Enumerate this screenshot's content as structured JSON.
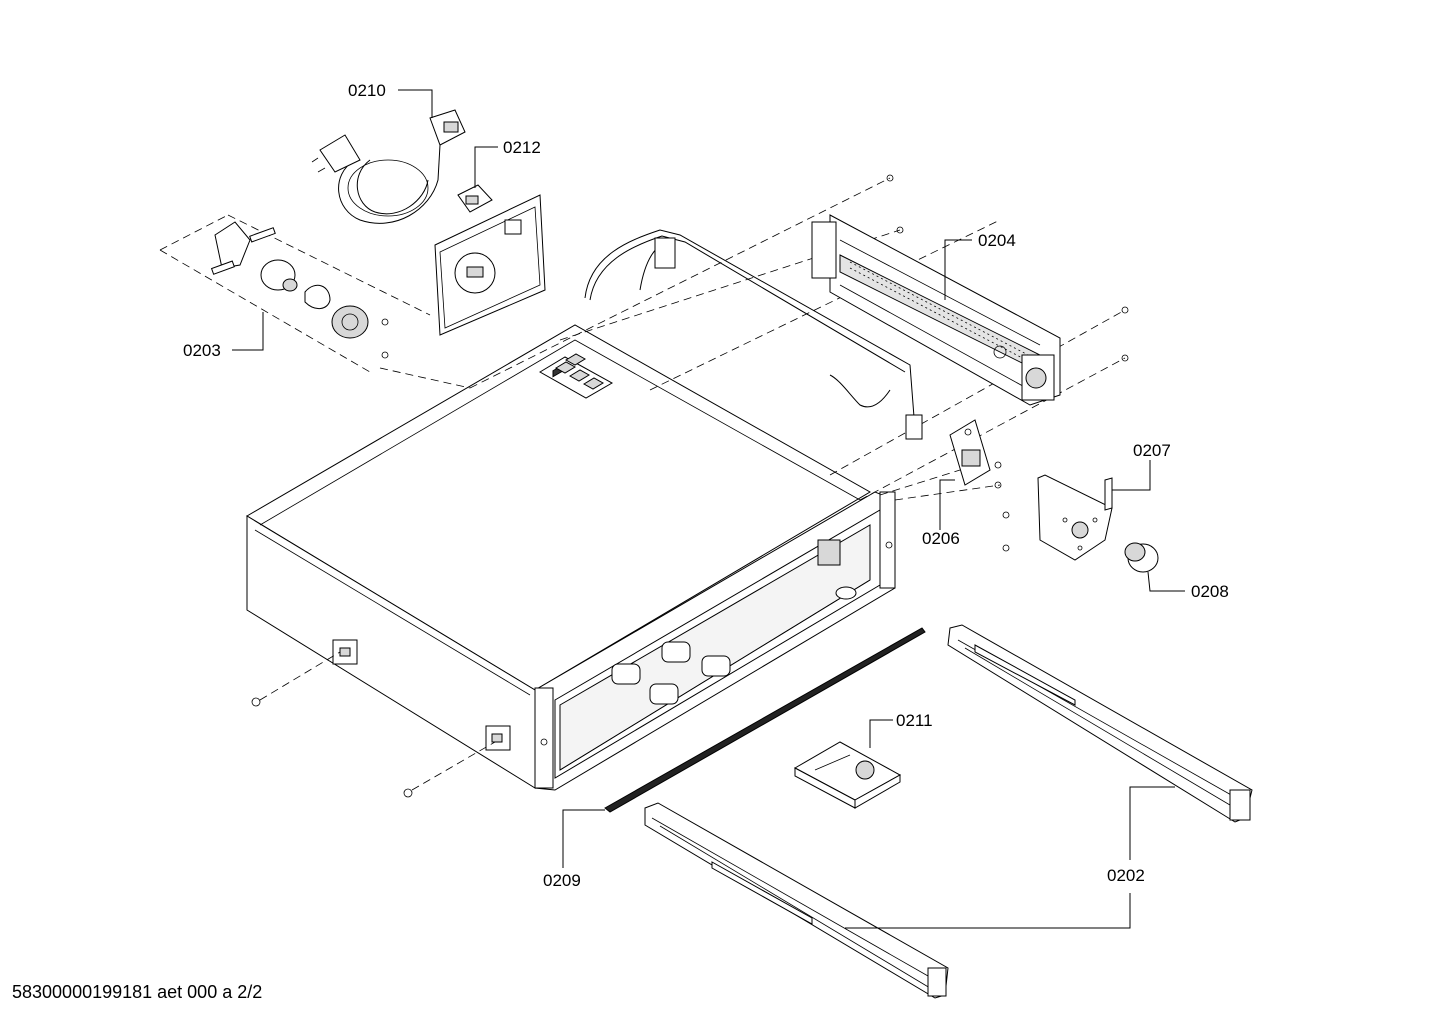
{
  "document_id": "58300000199181 aet 000 a 2/2",
  "callouts": [
    {
      "id": "0210",
      "label": "0210"
    },
    {
      "id": "0212",
      "label": "0212"
    },
    {
      "id": "0203",
      "label": "0203"
    },
    {
      "id": "0204",
      "label": "0204"
    },
    {
      "id": "0207",
      "label": "0207"
    },
    {
      "id": "0206",
      "label": "0206"
    },
    {
      "id": "0208",
      "label": "0208"
    },
    {
      "id": "0211",
      "label": "0211"
    },
    {
      "id": "0209",
      "label": "0209"
    },
    {
      "id": "0202",
      "label": "0202"
    }
  ]
}
